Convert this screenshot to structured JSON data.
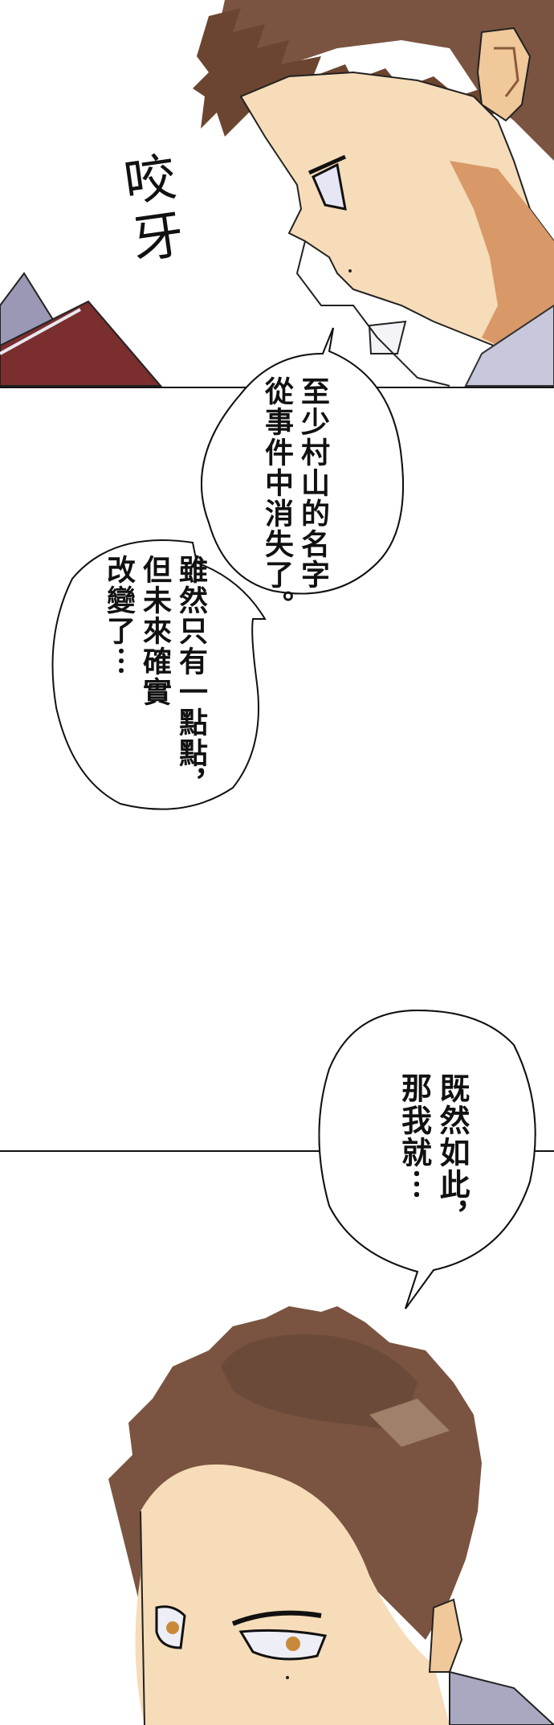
{
  "comic": {
    "panels": [
      {
        "id": "panel-1",
        "description": "Brown-haired young man looking down at an open book, gritting teeth",
        "sfx": "咬牙"
      },
      {
        "id": "panel-2",
        "bubbles": [
          {
            "id": "bubble-1",
            "lines": [
              "至少村山的名字",
              "從事件中消失了。"
            ]
          },
          {
            "id": "bubble-2",
            "lines": [
              "雖然只有一點點，",
              "但未來確實",
              "改變了⋯"
            ]
          }
        ]
      },
      {
        "id": "panel-3",
        "description": "Same young man looking forward with a determined expression",
        "bubbles": [
          {
            "id": "bubble-3",
            "lines": [
              "既然如此，",
              "那我就⋯"
            ]
          }
        ]
      }
    ],
    "colors": {
      "hair": "#7a5440",
      "hair_shadow": "#5a3a2a",
      "skin": "#f6dcb8",
      "skin_shadow": "#d89868",
      "book": "#7a2e2e",
      "shirt": "#c8c8dc",
      "eye": "#c88a3a"
    }
  }
}
